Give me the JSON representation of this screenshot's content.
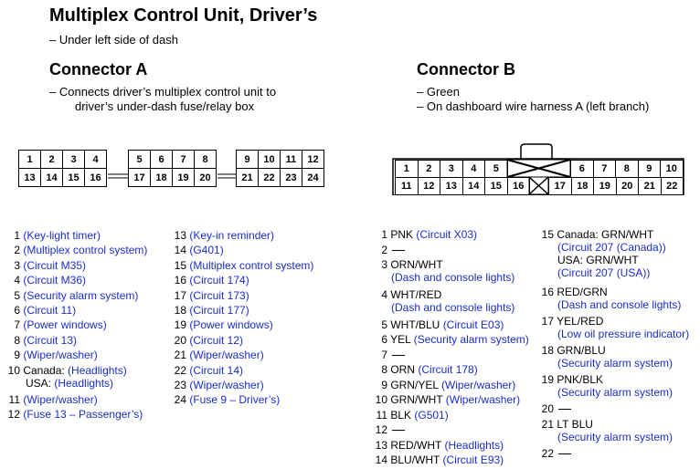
{
  "title": "Multiplex Control Unit, Driver’s",
  "location": "– Under left side of dash",
  "connA": {
    "heading": "Connector A",
    "desc1": "– Connects driver’s multiplex control unit to",
    "desc2": "driver’s under-dash fuse/relay box",
    "pins_left": [
      {
        "n": "1",
        "text": "(Key-light timer)"
      },
      {
        "n": "2",
        "text": "(Multiplex control system)"
      },
      {
        "n": "3",
        "text": "(Circuit M35)"
      },
      {
        "n": "4",
        "text": "(Circuit M36)"
      },
      {
        "n": "5",
        "text": "(Security alarm system)"
      },
      {
        "n": "6",
        "text": "(Circuit 11)"
      },
      {
        "n": "7",
        "text": "(Power windows)"
      },
      {
        "n": "8",
        "text": "(Circuit 13)"
      },
      {
        "n": "9",
        "text": "(Wiper/washer)"
      },
      {
        "n": "10",
        "text": "Canada: (Headlights)",
        "line2": "USA: (Headlights)"
      },
      {
        "n": "11",
        "text": "(Wiper/washer)"
      },
      {
        "n": "12",
        "text": "(Fuse 13 – Passenger’s)"
      }
    ],
    "pins_right": [
      {
        "n": "13",
        "text": "(Key-in reminder)"
      },
      {
        "n": "14",
        "text": "(G401)"
      },
      {
        "n": "15",
        "text": "(Multiplex control system)"
      },
      {
        "n": "16",
        "text": "(Circuit 174)"
      },
      {
        "n": "17",
        "text": "(Circuit 173)"
      },
      {
        "n": "18",
        "text": "(Circuit 177)"
      },
      {
        "n": "19",
        "text": "(Power windows)"
      },
      {
        "n": "20",
        "text": "(Circuit 12)"
      },
      {
        "n": "21",
        "text": "(Wiper/washer)"
      },
      {
        "n": "22",
        "text": "(Circuit 14)"
      },
      {
        "n": "23",
        "text": "(Wiper/washer)"
      },
      {
        "n": "24",
        "text": "(Fuse 9 – Driver’s)"
      }
    ],
    "top_groups": [
      [
        "1",
        "2",
        "3",
        "4"
      ],
      [
        "5",
        "6",
        "7",
        "8"
      ],
      [
        "9",
        "10",
        "11",
        "12"
      ]
    ],
    "bottom_groups": [
      [
        "13",
        "14",
        "15",
        "16"
      ],
      [
        "17",
        "18",
        "19",
        "20"
      ],
      [
        "21",
        "22",
        "23",
        "24"
      ]
    ]
  },
  "connB": {
    "heading": "Connector B",
    "desc1": "– Green",
    "desc2": "– On dashboard wire harness A (left branch)",
    "top_left": [
      "1",
      "2",
      "3",
      "4",
      "5"
    ],
    "top_right": [
      "6",
      "7",
      "8",
      "9",
      "10"
    ],
    "bottom_left": [
      "11",
      "12",
      "13",
      "14",
      "15",
      "16"
    ],
    "bottom_right": [
      "17",
      "18",
      "19",
      "20",
      "21",
      "22"
    ],
    "pins_left": [
      {
        "n": "1",
        "wire": "PNK",
        "text": "(Circuit X03)"
      },
      {
        "n": "2",
        "wire": "",
        "text": ""
      },
      {
        "n": "3",
        "wire": "ORN/WHT",
        "text2": "(Dash and console lights)"
      },
      {
        "n": "4",
        "wire": "WHT/RED",
        "text2": "(Dash and console lights)"
      },
      {
        "n": "5",
        "wire": "WHT/BLU",
        "text": "(Circuit E03)"
      },
      {
        "n": "6",
        "wire": "YEL",
        "text": "(Security alarm system)"
      },
      {
        "n": "7",
        "wire": "",
        "text": ""
      },
      {
        "n": "8",
        "wire": "ORN",
        "text": "(Circuit 178)"
      },
      {
        "n": "9",
        "wire": "GRN/YEL",
        "text": "(Wiper/washer)"
      },
      {
        "n": "10",
        "wire": "GRN/WHT",
        "text": "(Wiper/washer)"
      },
      {
        "n": "11",
        "wire": "BLK",
        "text": "(G501)"
      },
      {
        "n": "12",
        "wire": "",
        "text": ""
      },
      {
        "n": "13",
        "wire": "RED/WHT",
        "text": "(Headlights)"
      },
      {
        "n": "14",
        "wire": "BLU/WHT",
        "text": "(Circuit E93)"
      }
    ],
    "pins_right": [
      {
        "n": "15",
        "l1": "Canada: GRN/WHT",
        "l2": "(Circuit 207 (Canada))",
        "l3": "USA: GRN/WHT",
        "l4": "(Circuit 207 (USA))"
      },
      {
        "n": "16",
        "wire": "RED/GRN",
        "text2": "(Dash and console lights)"
      },
      {
        "n": "17",
        "wire": "YEL/RED",
        "text2": "(Low oil pressure indicator)"
      },
      {
        "n": "18",
        "wire": "GRN/BLU",
        "text2": "(Security alarm system)"
      },
      {
        "n": "19",
        "wire": "PNK/BLK",
        "text2": "(Security alarm system)"
      },
      {
        "n": "20",
        "wire": "",
        "text": ""
      },
      {
        "n": "21",
        "wire": "LT BLU",
        "text2": "(Security alarm system)"
      },
      {
        "n": "22",
        "wire": "",
        "text": ""
      }
    ]
  }
}
